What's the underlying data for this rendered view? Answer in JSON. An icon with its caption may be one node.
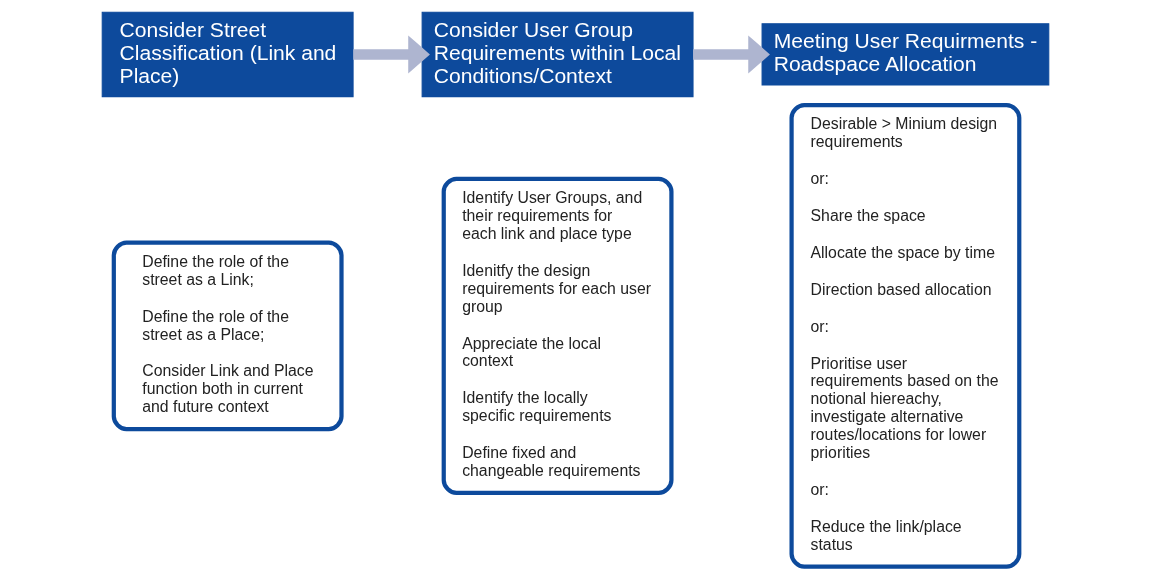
{
  "diagram": {
    "nodes": [
      {
        "text": [
          "Consider Street Classification (Link and Place)"
        ]
      },
      {
        "text": [
          "Define the role of the street as a Link;",
          "Define the role of the street as a Place;",
          "Consider Link and Place function both in current and future context"
        ]
      },
      {
        "text": [
          "Consider User Group Requirements within Local Conditions/Context"
        ]
      },
      {
        "text": [
          "Identify User Groups, and their requirements for each link and place type",
          "Idenitfy the design requirements for each user group",
          "Appreciate the local context",
          "Identify the locally specific requirements",
          "Define fixed and changeable requirements"
        ]
      },
      {
        "text": [
          "Meeting User Requirments - Roadspace Allocation"
        ]
      },
      {
        "text": [
          "Desirable > Minium design requirements",
          "or:",
          "Share the space",
          "Allocate the space by time",
          "Direction based allocation",
          "or:",
          "Prioritise user requirements based on the notional hiereachy, investigate alternative routes/locations for lower priorities",
          "or:",
          "Reduce the link/place status"
        ]
      }
    ],
    "edges": [
      {
        "from": 0,
        "to": 2,
        "arrow": "to"
      },
      {
        "from": 2,
        "to": 4,
        "arrow": "to"
      }
    ]
  }
}
